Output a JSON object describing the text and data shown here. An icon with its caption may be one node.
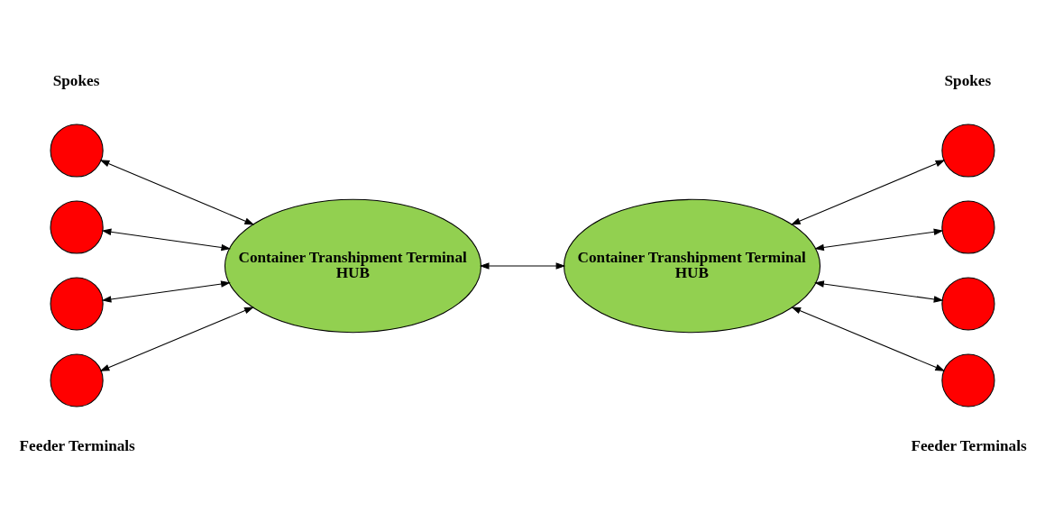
{
  "diagram": {
    "nodes": [
      {
        "text": [],
        "shape": "circle"
      },
      {
        "text": [],
        "shape": "circle"
      },
      {
        "text": [],
        "shape": "circle"
      },
      {
        "text": [],
        "shape": "circle"
      },
      {
        "text": [
          "Container Transhipment Terminal",
          "HUB"
        ]
      },
      {
        "text": [
          "Container Transhipment Terminal",
          "HUB"
        ]
      },
      {
        "text": [],
        "shape": "circle"
      },
      {
        "text": [],
        "shape": "circle"
      },
      {
        "text": [],
        "shape": "circle"
      },
      {
        "text": [],
        "shape": "circle"
      }
    ],
    "edges": [
      {
        "from": 0,
        "to": 4,
        "arrow": "both"
      },
      {
        "from": 1,
        "to": 4,
        "arrow": "both"
      },
      {
        "from": 2,
        "to": 4,
        "arrow": "both"
      },
      {
        "from": 3,
        "to": 4,
        "arrow": "both"
      },
      {
        "from": 4,
        "to": 5,
        "arrow": "both"
      },
      {
        "from": 5,
        "to": 6,
        "arrow": "both"
      },
      {
        "from": 5,
        "to": 7,
        "arrow": "both"
      },
      {
        "from": 5,
        "to": 8,
        "arrow": "both"
      },
      {
        "from": 5,
        "to": 9,
        "arrow": "both"
      }
    ],
    "labels": [
      "Spokes",
      "Spokes",
      "Feeder Terminals",
      "Feeder Terminals"
    ]
  }
}
